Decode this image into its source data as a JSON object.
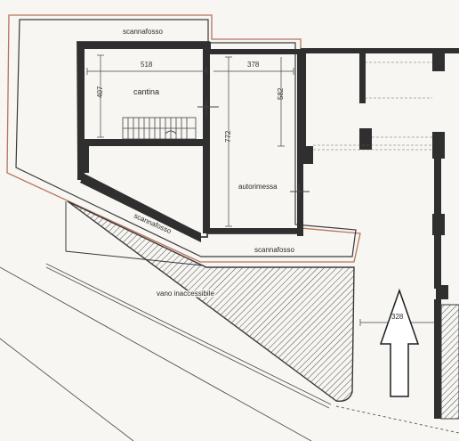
{
  "colors": {
    "paper": "#f7f6f3",
    "wall": "#3a3a3a",
    "outline": "#b8735a",
    "hatch": "#555555",
    "dim_line": "#444444"
  },
  "rooms": {
    "scannafosso_top": "scannafosso",
    "cantina": "cantina",
    "autorimessa": "autorimessa",
    "scannafosso_diagonal": "scannafosso",
    "scannafosso_bottom": "scannafosso",
    "vano": "vano inaccessibile"
  },
  "dimensions": {
    "cantina_width": "518",
    "autorimessa_width": "378",
    "cantina_height": "407",
    "autorimessa_height": "772",
    "small_height": "582",
    "passage_width": "328"
  },
  "icons": {
    "north_arrow": "north-arrow-icon"
  }
}
